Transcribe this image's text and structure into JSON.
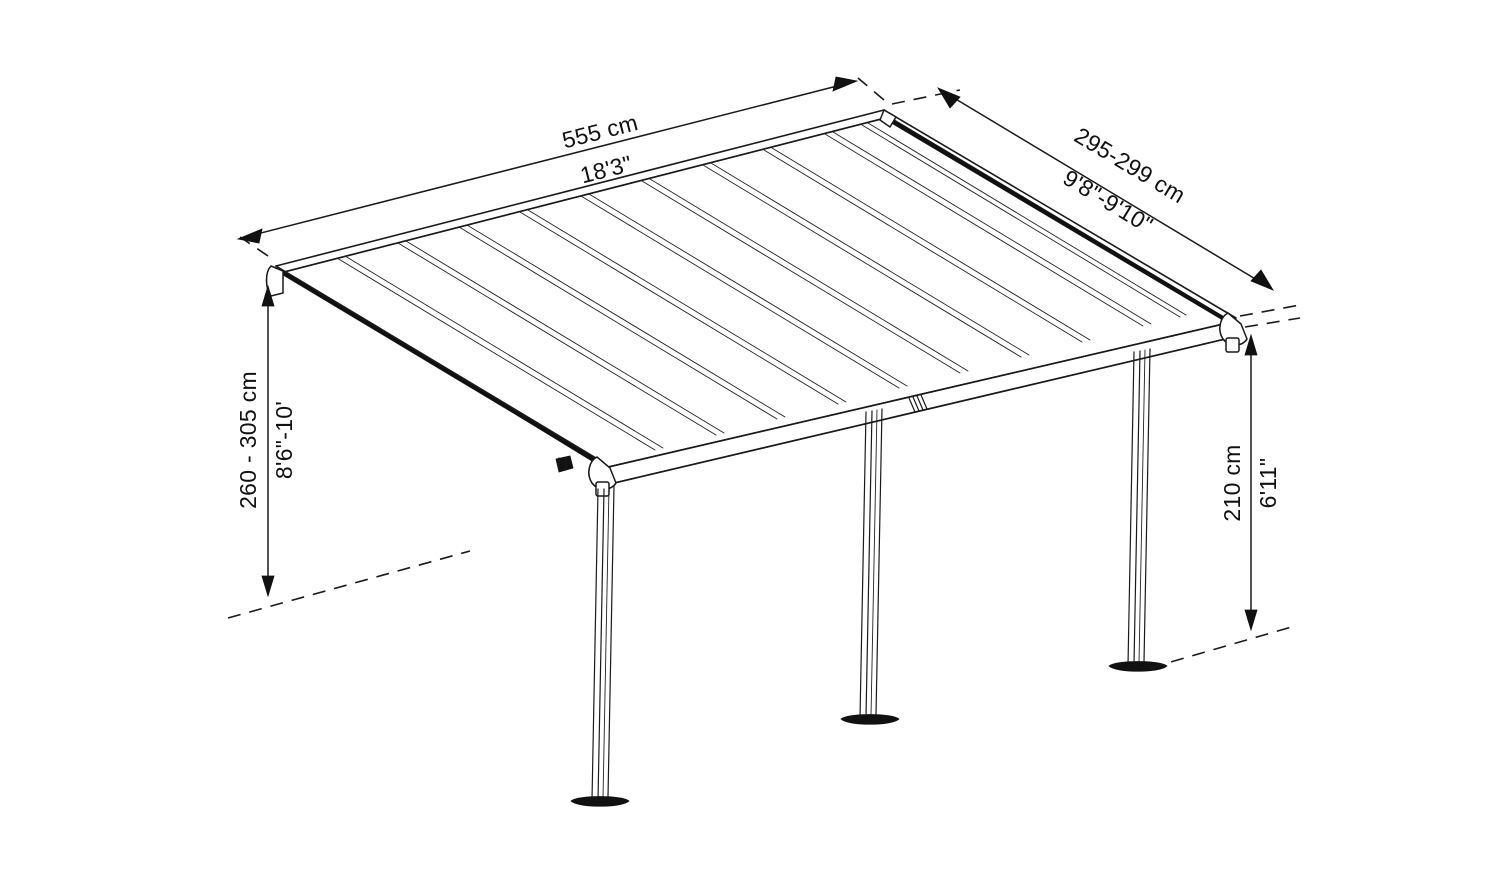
{
  "drawing": {
    "title": "Patio Cover Isometric Dimension Drawing",
    "subject": "wall-mounted patio cover / awning",
    "background_color": "#ffffff",
    "line_color": "#1a1a1a"
  },
  "dimensions": {
    "width_top": {
      "id": "overall-width",
      "metric": "555 cm",
      "imperial": "18'3\"",
      "position": "top-left, along rear roof edge",
      "orientation": "rotated -9 degrees"
    },
    "depth_right": {
      "id": "projection-depth",
      "metric": "295-299 cm",
      "imperial": "9'8\"-9'10\"",
      "position": "top-right, along right roof edge",
      "orientation": "rotated 27 degrees"
    },
    "height_left": {
      "id": "wall-mount-height",
      "metric": "260 - 305 cm",
      "imperial": "8'6\"-10'",
      "position": "left side, vertical",
      "orientation": "rotated -90 degrees"
    },
    "height_right": {
      "id": "front-post-height",
      "metric": "210 cm",
      "imperial": "6'11\"",
      "position": "right side, vertical",
      "orientation": "rotated -90 degrees"
    }
  },
  "structure": {
    "roof_panel_count": 10,
    "post_count": 3,
    "posts": [
      {
        "name": "left-front-post",
        "base": "diamond-foot-plate"
      },
      {
        "name": "middle-front-post",
        "base": "diamond-foot-plate"
      },
      {
        "name": "right-front-post",
        "base": "diamond-foot-plate"
      }
    ],
    "front_beam": "gutter-beam",
    "rear_beam": "wall-mount-rail",
    "ground_reference": "dashed-line"
  }
}
